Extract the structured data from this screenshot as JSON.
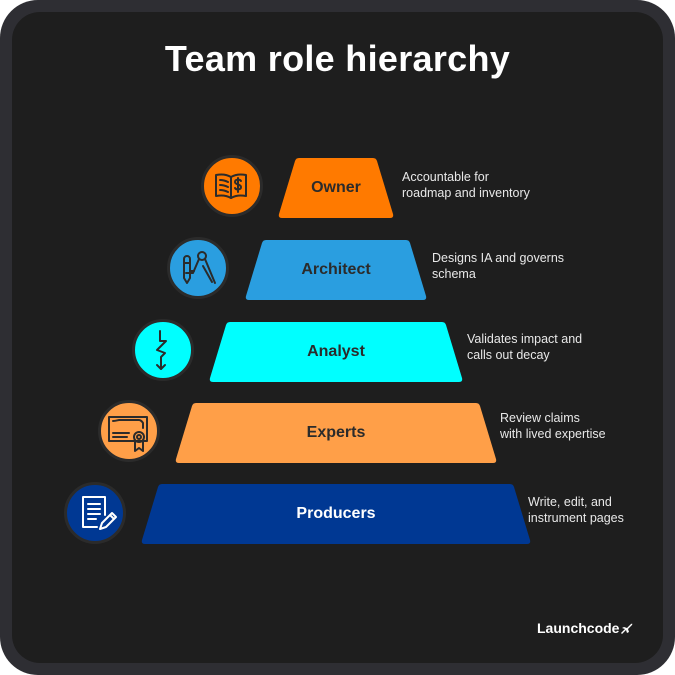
{
  "title": "Team role hierarchy",
  "tiers": [
    {
      "label": "Owner",
      "description": "Accountable for\nroadmap and inventory",
      "icon": "book-dollar-icon",
      "color": "#ff7a00",
      "text_color": "#2b2b2b"
    },
    {
      "label": "Architect",
      "description": "Designs IA and governs\nschema",
      "icon": "pencil-compass-icon",
      "color": "#2a9ee0",
      "text_color": "#2b2b2b"
    },
    {
      "label": "Analyst",
      "description": "Validates impact and\ncalls out decay",
      "icon": "zigzag-arrow-icon",
      "color": "#00ffff",
      "text_color": "#2b2b2b"
    },
    {
      "label": "Experts",
      "description": "Review claims\nwith lived expertise",
      "icon": "certificate-icon",
      "color": "#ff9f48",
      "text_color": "#2b2b2b"
    },
    {
      "label": "Producers",
      "description": "Write, edit, and\ninstrument pages",
      "icon": "document-pencil-icon",
      "color": "#003893",
      "text_color": "#ffffff"
    }
  ],
  "brand": {
    "name": "Launchcode",
    "icon": "plane-icon"
  }
}
